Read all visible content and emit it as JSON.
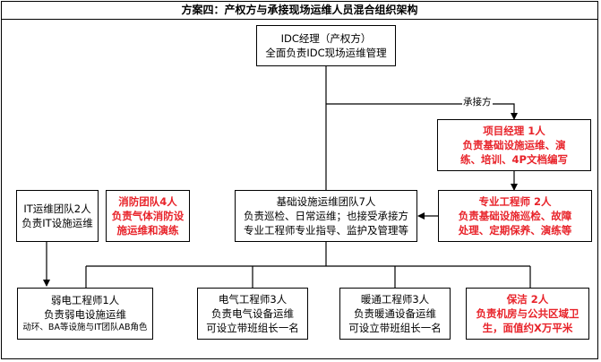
{
  "title": "方案四：产权方与承接现场运维人员混合组织架构",
  "connector_label": "承接方",
  "nodes": {
    "idc_manager": {
      "line1": "IDC经理（产权方）",
      "line2": "全面负责IDC现场运维管理"
    },
    "project_manager": {
      "line1": "项目经理 1人",
      "line2": "负责基础设施运维、演",
      "line3": "练、培训、4P文档编写"
    },
    "it_team": {
      "line1": "IT运维团队2人",
      "line2": "负责IT设施运维"
    },
    "fire_team": {
      "line1": "消防团队4人",
      "line2": "负责气体消防设",
      "line3": "施运维和演练"
    },
    "infra_team": {
      "line1": "基础设施运维团队7人",
      "line2": "负责巡检、日常运维；也接受承接方",
      "line3": "专业工程师专业指导、监护及管理等"
    },
    "pro_engineer": {
      "line1": "专业工程师 2人",
      "line2": "负责基础设施巡检、故障",
      "line3": "处理、定期保养、演练等"
    },
    "weak_engineer": {
      "line1": "弱电工程师1人",
      "line2": "负责弱电设施运维",
      "line3": "动环、BA等设施与IT团队AB角色"
    },
    "elec_engineer": {
      "line1": "电气工程师3人",
      "line2": "负责电气设备运维",
      "line3": "可设立带班组长一名"
    },
    "hvac_engineer": {
      "line1": "暖通工程师3人",
      "line2": "负责暖通设备运维",
      "line3": "可设立带班组长一名"
    },
    "cleaning": {
      "line1": "保洁 2人",
      "line2": "负责机房与公共区域卫",
      "line3": "生，面值约X万平米"
    }
  },
  "colors": {
    "highlight": "#e8232a",
    "line": "#000000"
  }
}
